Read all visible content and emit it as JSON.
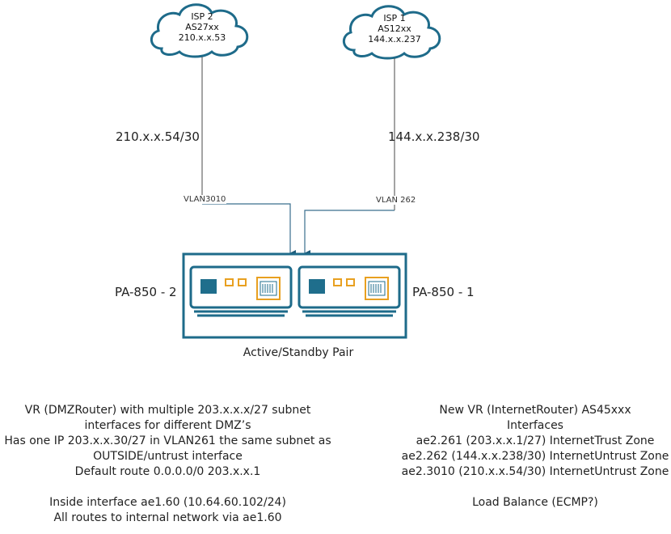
{
  "isp2": {
    "name": "ISP 2",
    "as": "AS27xx",
    "ip": "210.x.x.53"
  },
  "isp1": {
    "name": "ISP 1",
    "as": "AS12xx",
    "ip": "144.x.x.237"
  },
  "links": {
    "isp2_subnet": "210.x.x.54/30",
    "isp1_subnet": "144.x.x.238/30",
    "isp2_vlan": "VLAN3010",
    "isp1_vlan": "VLAN 262"
  },
  "firewalls": {
    "left_label": "PA-850 - 2",
    "right_label": "PA-850 - 1",
    "pair_label": "Active/Standby Pair"
  },
  "left_notes": {
    "lines": [
      "VR (DMZRouter) with multiple 203.x.x.x/27 subnet",
      "interfaces for different DMZ’s",
      "Has one IP 203.x.x.30/27 in VLAN261 the same subnet as",
      "OUTSIDE/untrust interface",
      "Default route 0.0.0.0/0 203.x.x.1"
    ],
    "lines2": [
      "Inside interface ae1.60 (10.64.60.102/24)",
      "All routes to internal network via ae1.60"
    ]
  },
  "right_notes": {
    "lines": [
      "New VR (InternetRouter) AS45xxx",
      "Interfaces",
      "ae2.261 (203.x.x.1/27) InternetTrust Zone",
      "ae2.262 (144.x.x.238/30) InternetUntrust Zone",
      "ae2.3010 (210.x.x.54/30) InternetUntrust Zone"
    ],
    "lines2": [
      "Load Balance (ECMP?)"
    ]
  },
  "colors": {
    "outline": "#1e6b8a",
    "cloud_fill": "#ffffff",
    "port_orange": "#e8a020",
    "port_blue": "#1f6e8c",
    "line": "#333333"
  }
}
